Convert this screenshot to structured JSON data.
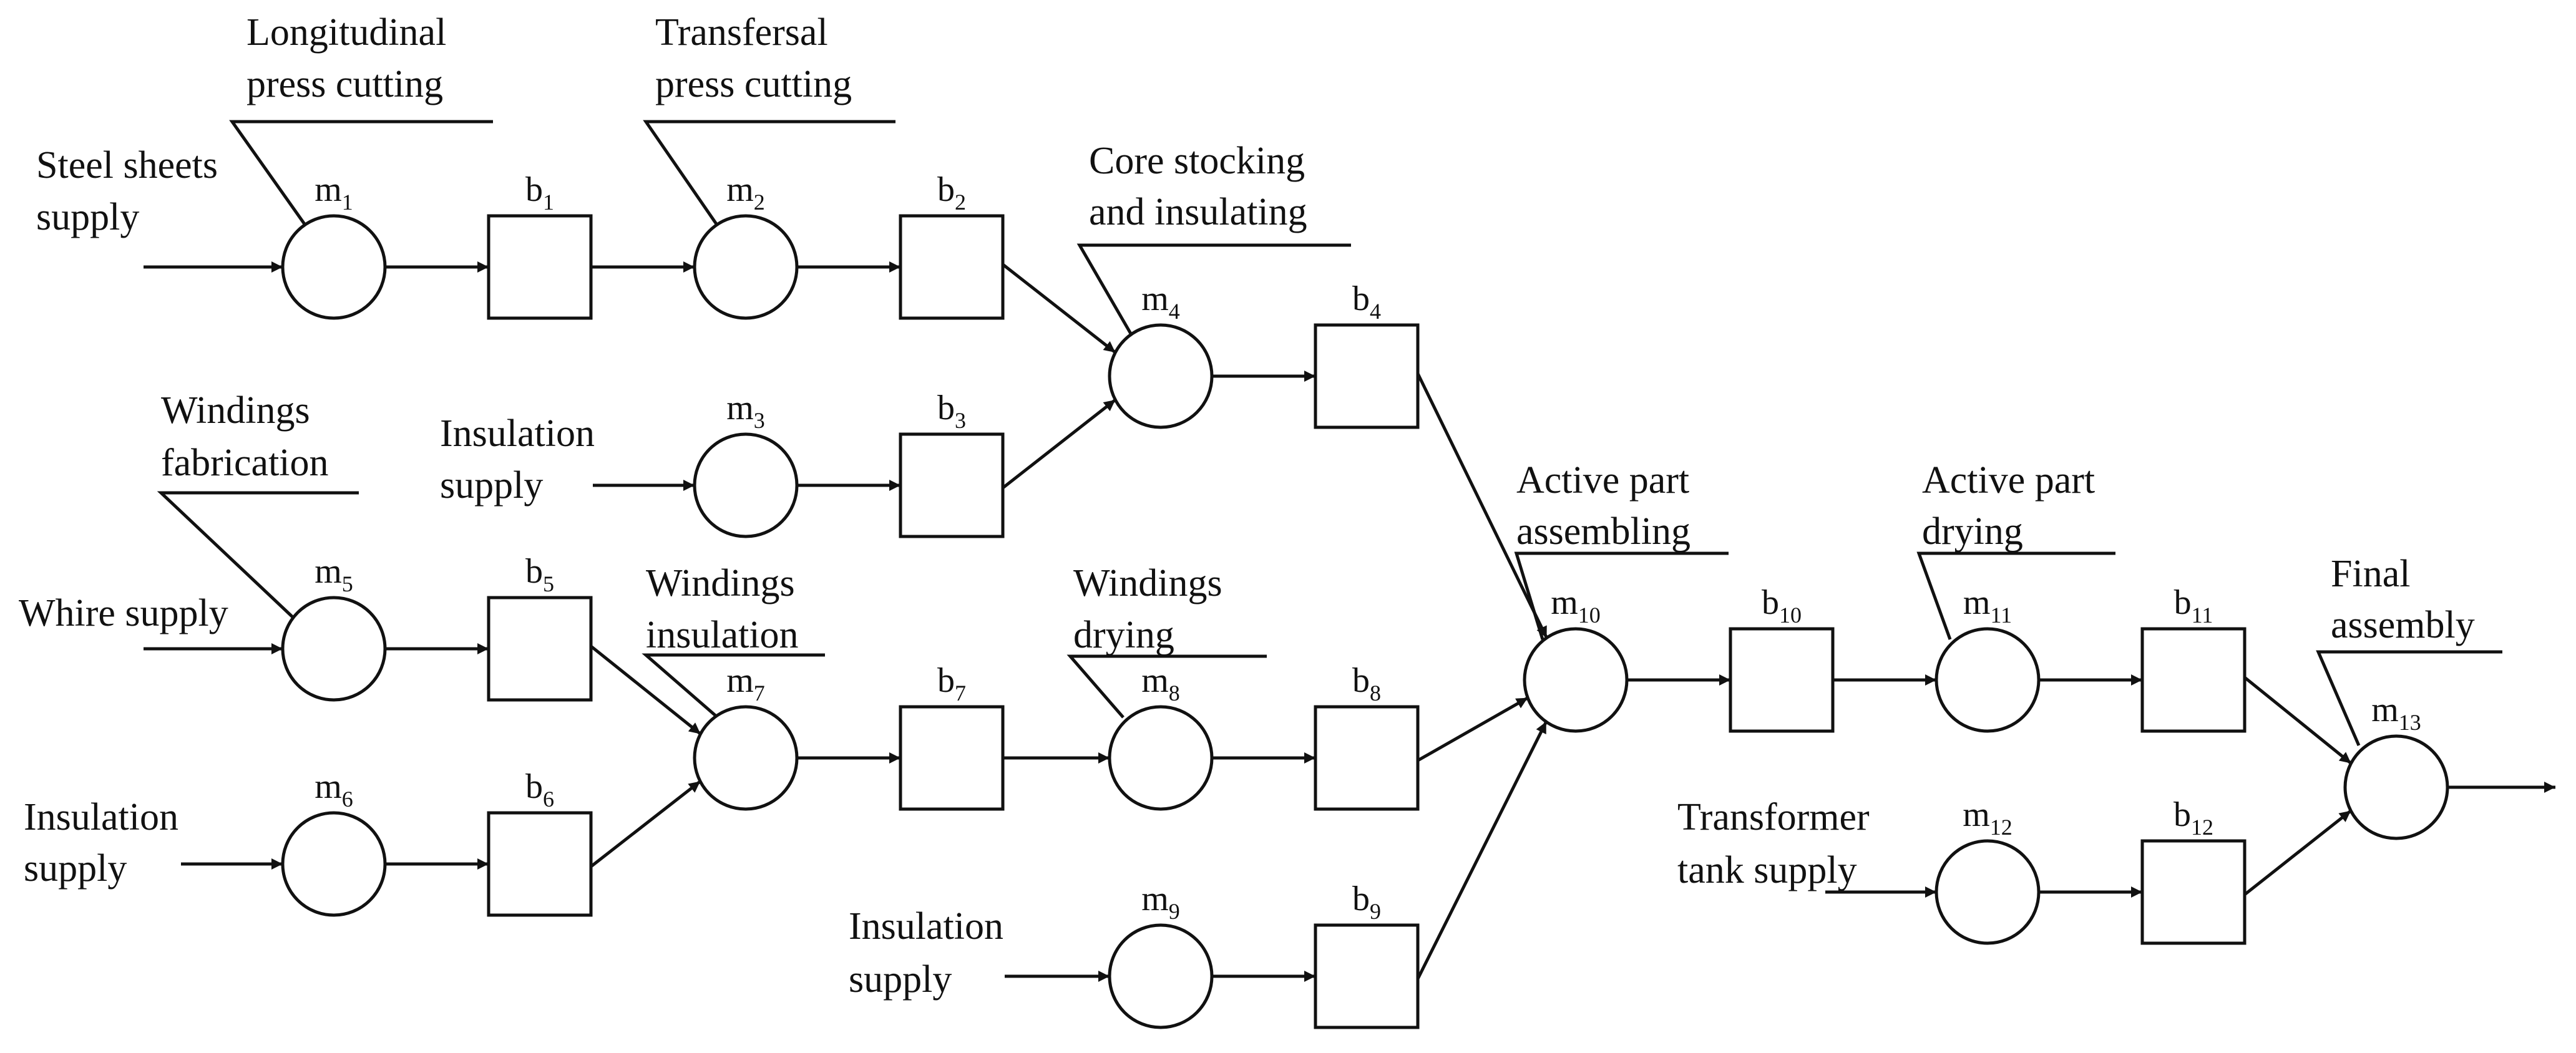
{
  "machines": [
    {
      "letter": "m",
      "sub": "1"
    },
    {
      "letter": "m",
      "sub": "2"
    },
    {
      "letter": "m",
      "sub": "3"
    },
    {
      "letter": "m",
      "sub": "4"
    },
    {
      "letter": "m",
      "sub": "5"
    },
    {
      "letter": "m",
      "sub": "6"
    },
    {
      "letter": "m",
      "sub": "7"
    },
    {
      "letter": "m",
      "sub": "8"
    },
    {
      "letter": "m",
      "sub": "9"
    },
    {
      "letter": "m",
      "sub": "10"
    },
    {
      "letter": "m",
      "sub": "11"
    },
    {
      "letter": "m",
      "sub": "12"
    },
    {
      "letter": "m",
      "sub": "13"
    }
  ],
  "buffers": [
    {
      "letter": "b",
      "sub": "1"
    },
    {
      "letter": "b",
      "sub": "2"
    },
    {
      "letter": "b",
      "sub": "3"
    },
    {
      "letter": "b",
      "sub": "4"
    },
    {
      "letter": "b",
      "sub": "5"
    },
    {
      "letter": "b",
      "sub": "6"
    },
    {
      "letter": "b",
      "sub": "7"
    },
    {
      "letter": "b",
      "sub": "8"
    },
    {
      "letter": "b",
      "sub": "9"
    },
    {
      "letter": "b",
      "sub": "10"
    },
    {
      "letter": "b",
      "sub": "11"
    },
    {
      "letter": "b",
      "sub": "12"
    }
  ],
  "operations": {
    "longitudinal_press_cutting": [
      "Longitudinal",
      "press cutting"
    ],
    "transfersal_press_cutting": [
      "Transfersal",
      "press cutting"
    ],
    "core_stocking_insulating": [
      "Core stocking",
      "and insulating"
    ],
    "windings_fabrication": [
      "Windings",
      "fabrication"
    ],
    "windings_insulation": [
      "Windings",
      "insulation"
    ],
    "windings_drying": [
      "Windings",
      "drying"
    ],
    "active_part_assembling": [
      "Active part",
      "assembling"
    ],
    "active_part_drying": [
      "Active part",
      "drying"
    ],
    "final_assembly": [
      "Final",
      "assembly"
    ]
  },
  "supplies": {
    "steel_sheets": [
      "Steel sheets",
      "supply"
    ],
    "insulation_core": [
      "Insulation",
      "supply"
    ],
    "whire": [
      "Whire supply"
    ],
    "insulation_windings": [
      "Insulation",
      "supply"
    ],
    "insulation_active": [
      "Insulation",
      "supply"
    ],
    "transformer_tank": [
      "Transformer",
      "tank supply"
    ]
  }
}
